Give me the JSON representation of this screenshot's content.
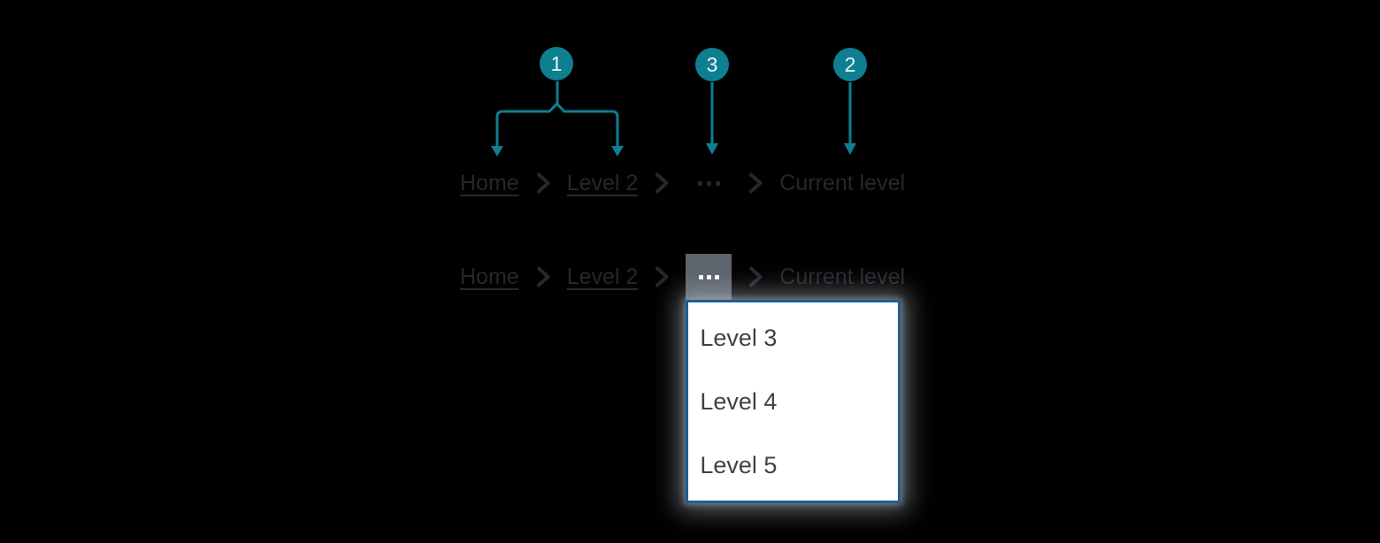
{
  "annotations": {
    "numbers": [
      "1",
      "3",
      "2"
    ]
  },
  "breadcrumb": {
    "home": "Home",
    "level2": "Level 2",
    "ellipsis_icon": "ellipsis-icon",
    "current": "Current level"
  },
  "dropdown": {
    "items": [
      "Level 3",
      "Level 4",
      "Level 5"
    ]
  },
  "colors": {
    "accent_teal": "#0d7f91",
    "collapse_button_gray": "#5d646d",
    "dropdown_border_blue": "#1e5f96",
    "dropdown_background": "#ffffff",
    "breadcrumb_text": "#24282d",
    "menu_text": "#3f4347"
  }
}
